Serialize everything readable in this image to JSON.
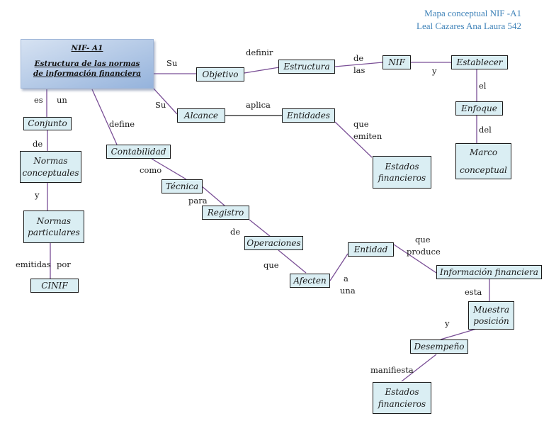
{
  "header": {
    "title": "Mapa conceptual NIF -A1",
    "author": "Leal Cazares Ana Laura 542"
  },
  "main_concept": {
    "title": "NIF- A1",
    "subtitle": "Estructura de las normas de información financiera"
  },
  "nodes": {
    "objetivo": "Objetivo",
    "estructura": "Estructura",
    "nif": "NIF",
    "establecer": "Establecer",
    "enfoque": "Enfoque",
    "marco_1": "Marco",
    "marco_2": "conceptual",
    "alcance": "Alcance",
    "entidades": "Entidades",
    "estados1_1": "Estados",
    "estados1_2": "financieros",
    "conjunto": "Conjunto",
    "normas_conc_1": "Normas",
    "normas_conc_2": "conceptuales",
    "normas_part_1": "Normas",
    "normas_part_2": "particulares",
    "cinif": "CINIF",
    "contabilidad": "Contabilidad",
    "tecnica": "Técnica",
    "registro": "Registro",
    "operaciones": "Operaciones",
    "afecten": "Afecten",
    "entidad": "Entidad",
    "informacion": "Información financiera",
    "muestra_1": "Muestra",
    "muestra_2": "posición",
    "desempeno": "Desempeño",
    "estados2_1": "Estados",
    "estados2_2": "financieros"
  },
  "links": {
    "su1": "Su",
    "definir": "definir",
    "de_las_1": "de",
    "de_las_2": "las",
    "y1": "y",
    "el": "el",
    "del": "del",
    "su2": "Su",
    "aplica": "aplica",
    "que_emiten_1": "que",
    "que_emiten_2": "emiten",
    "es": "es",
    "un": "un",
    "define": "define",
    "de1": "de",
    "y2": "y",
    "emitidas": "emitidas",
    "por": "por",
    "como": "como",
    "para": "para",
    "de2": "de",
    "que": "que",
    "a": "a",
    "una": "una",
    "que_produce_1": "que",
    "que_produce_2": "produce",
    "esta": "esta",
    "y3": "y",
    "manifiesta": "manifiesta"
  },
  "colors": {
    "node_fill": "#daeef3",
    "connector": "#7a4f96",
    "header_text": "#3e82b8"
  }
}
